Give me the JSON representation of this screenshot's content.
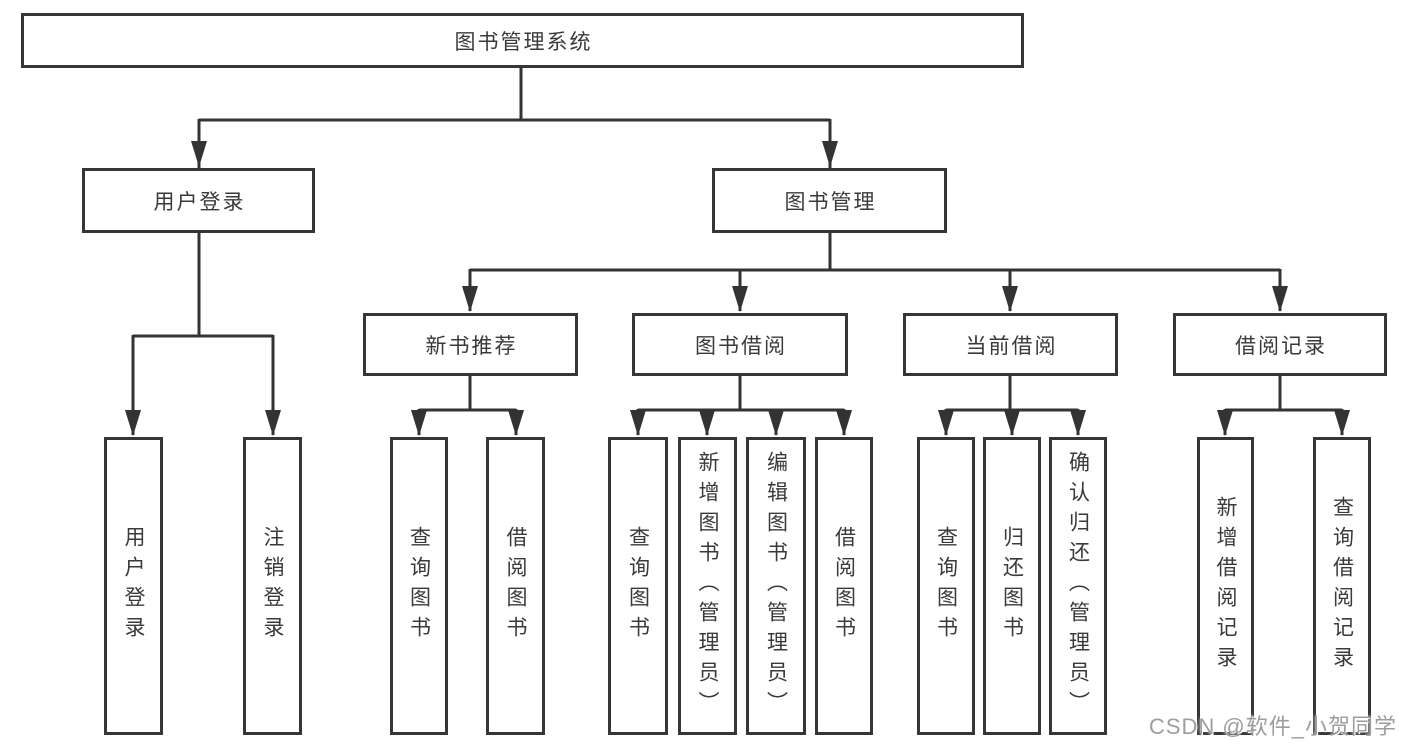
{
  "diagram": {
    "root": "图书管理系统",
    "level2": [
      "用户登录",
      "图书管理"
    ],
    "level3": [
      "新书推荐",
      "图书借阅",
      "当前借阅",
      "借阅记录"
    ],
    "leaves": [
      "用户登录",
      "注销登录",
      "查询图书",
      "借阅图书",
      "查询图书",
      "新增图书（管理员）",
      "编辑图书（管理员）",
      "借阅图书",
      "查询图书",
      "归还图书",
      "确认归还（管理员）",
      "新增借阅记录",
      "查询借阅记录"
    ],
    "watermark": "CSDN @软件_小贺同学",
    "colors": {
      "line": "#333333",
      "box_border": "#363636",
      "box_fill": "#ffffff",
      "text": "#3a3a3a",
      "watermark": "#9d9d9d",
      "background": "#ffffff"
    }
  }
}
